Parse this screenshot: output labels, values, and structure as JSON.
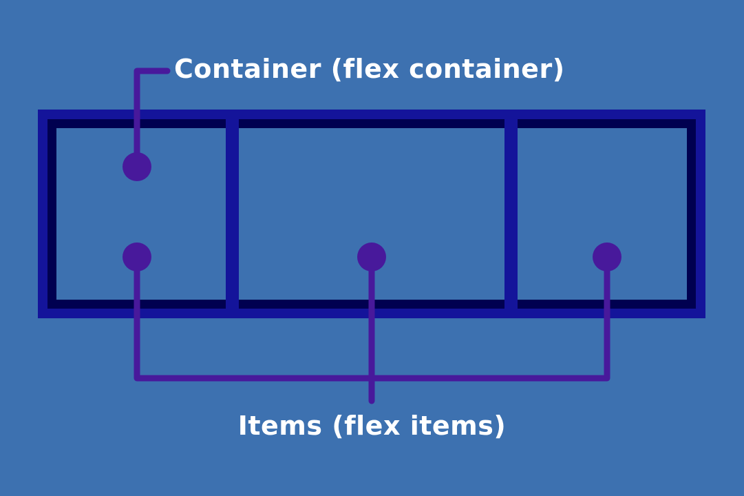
{
  "labels": {
    "container": "Container (flex container)",
    "items": "Items (flex items)"
  },
  "colors": {
    "background": "#3d71b0",
    "container_border": "#14149a",
    "inner_border": "#000050",
    "pointer": "#48199b",
    "text": "#ffffff"
  },
  "item_count": 3
}
